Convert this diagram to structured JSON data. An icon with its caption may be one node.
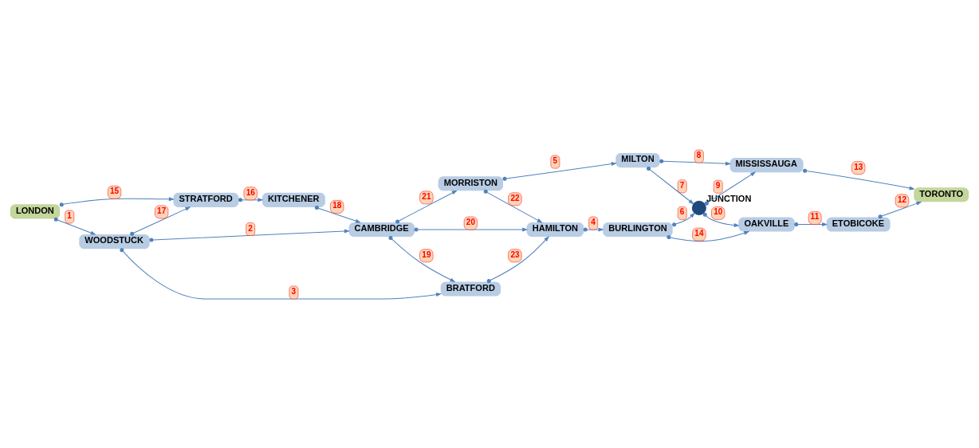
{
  "diagram": {
    "nodes": [
      {
        "text": [
          "LONDON"
        ]
      },
      {
        "text": [
          "STRATFORD"
        ]
      },
      {
        "text": [
          "KITCHENER"
        ]
      },
      {
        "text": [
          "CAMBRIDGE"
        ]
      },
      {
        "text": [
          "WOODSTUCK"
        ]
      },
      {
        "text": [
          "BRATFORD"
        ]
      },
      {
        "text": [
          "HAMILTON"
        ]
      },
      {
        "text": [
          "MORRISTON"
        ]
      },
      {
        "text": [
          "MILTON"
        ]
      },
      {
        "text": [
          "MISSISSAUGA"
        ]
      },
      {
        "text": [
          "TORONTO"
        ]
      },
      {
        "text": [],
        "shape": "circle",
        "beside": [
          "JUNCTION"
        ]
      },
      {
        "text": [
          "ETOBICOKE"
        ]
      },
      {
        "text": [
          "OAKVILLE"
        ]
      },
      {
        "text": [
          "BURLINGTON"
        ]
      }
    ],
    "edges": [
      {
        "from": 0,
        "to": 4,
        "arrow": "to",
        "label": "1"
      },
      {
        "from": 4,
        "to": 3,
        "arrow": "to",
        "label": "2"
      },
      {
        "from": 4,
        "to": 5,
        "arrow": "to",
        "label": "3"
      },
      {
        "from": 6,
        "to": 14,
        "arrow": "to",
        "label": "4"
      },
      {
        "from": 7,
        "to": 8,
        "arrow": "to",
        "label": "5"
      },
      {
        "from": 14,
        "to": 11,
        "arrow": "to",
        "label": "6"
      },
      {
        "from": 8,
        "to": 11,
        "arrow": "to",
        "label": "7"
      },
      {
        "from": 8,
        "to": 9,
        "arrow": "to",
        "label": "8"
      },
      {
        "from": 11,
        "to": 9,
        "arrow": "to",
        "label": "9"
      },
      {
        "from": 11,
        "to": 13,
        "arrow": "to",
        "label": "10"
      },
      {
        "from": 13,
        "to": 12,
        "arrow": "to",
        "label": "11"
      },
      {
        "from": 12,
        "to": 10,
        "arrow": "to",
        "label": "12"
      },
      {
        "from": 9,
        "to": 10,
        "arrow": "to",
        "label": "13"
      },
      {
        "from": 14,
        "to": 13,
        "arrow": "to",
        "label": "14"
      },
      {
        "from": 0,
        "to": 1,
        "arrow": "to",
        "label": "15"
      },
      {
        "from": 1,
        "to": 2,
        "arrow": "to",
        "label": "16"
      },
      {
        "from": 4,
        "to": 1,
        "arrow": "to",
        "label": "17"
      },
      {
        "from": 2,
        "to": 3,
        "arrow": "to",
        "label": "18"
      },
      {
        "from": 3,
        "to": 5,
        "arrow": "to",
        "label": "19"
      },
      {
        "from": 3,
        "to": 6,
        "arrow": "to",
        "label": "20"
      },
      {
        "from": 3,
        "to": 7,
        "arrow": "to",
        "label": "21"
      },
      {
        "from": 7,
        "to": 6,
        "arrow": "to",
        "label": "22"
      },
      {
        "from": 5,
        "to": 6,
        "arrow": "to",
        "label": "23"
      }
    ]
  }
}
